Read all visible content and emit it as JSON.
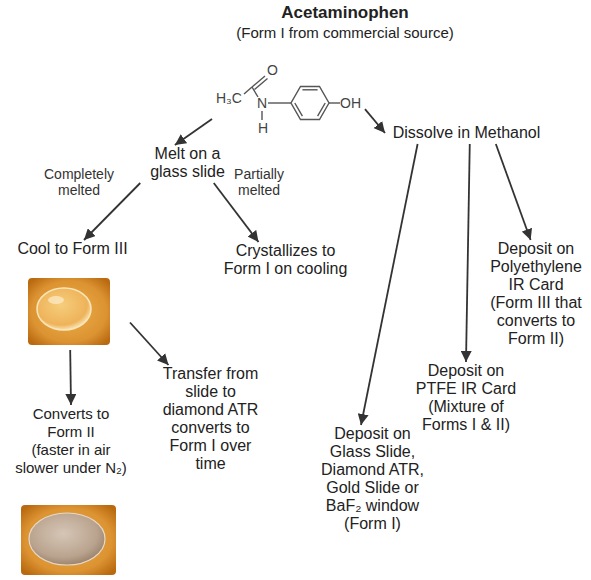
{
  "diagram": {
    "title": "Acetaminophen",
    "nodes": [
      {
        "text": [
          "H₃C",
          "O",
          "N",
          "H",
          "OH"
        ]
      },
      {
        "text": [
          "Melt on a glass slide"
        ]
      },
      {
        "text": [
          "Dissolve in Methanol"
        ]
      },
      {
        "text": [
          "Cool to Form III"
        ]
      },
      {
        "text": [
          "Crystallizes to Form I on cooling"
        ]
      },
      {
        "text": [
          "Deposit on Polyethylene IR Card",
          "(Form III that converts to Form II)"
        ]
      },
      {
        "text": [
          "Transfer from slide to diamond ATR converts to Form I over time"
        ]
      },
      {
        "text": [
          "Deposit on PTFE IR Card",
          "(Mixture of Forms I & II)"
        ]
      },
      {
        "text": [
          "Converts to Form II",
          "(faster in air slower under N₂)"
        ]
      },
      {
        "text": [
          "Deposit on Glass Slide, Diamond ATR, Gold Slide or BaF₂ window",
          "(Form I)"
        ]
      }
    ],
    "edges": [
      {
        "from": 0,
        "to": 1,
        "arrow": "to"
      },
      {
        "from": 0,
        "to": 2,
        "arrow": "to"
      },
      {
        "from": 1,
        "to": 3,
        "label": "Completely melted",
        "arrow": "to"
      },
      {
        "from": 1,
        "to": 4,
        "label": "Partially melted",
        "arrow": "to"
      },
      {
        "from": 2,
        "to": 5,
        "arrow": "to"
      },
      {
        "from": 2,
        "to": 7,
        "arrow": "to"
      },
      {
        "from": 2,
        "to": 9,
        "arrow": "to"
      },
      {
        "from": 3,
        "to": 6,
        "arrow": "to"
      },
      {
        "from": 3,
        "to": 8,
        "arrow": "to"
      }
    ],
    "labels": [
      "(Form I from commercial source)"
    ]
  }
}
